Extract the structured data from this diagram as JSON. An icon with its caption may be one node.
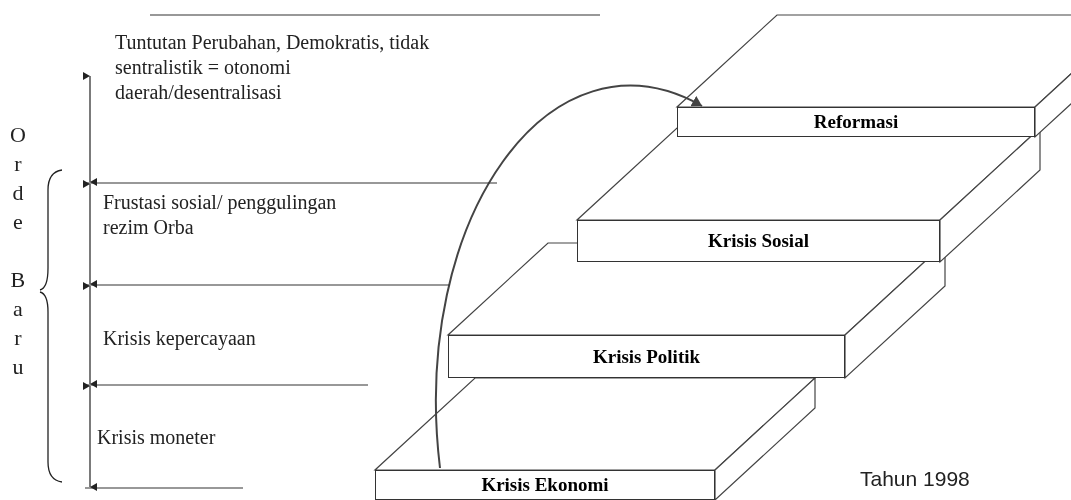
{
  "diagram": {
    "nodes": [
      {
        "text": [
          "Krisis Ekonomi"
        ]
      },
      {
        "text": [
          "Krisis Politik"
        ]
      },
      {
        "text": [
          "Krisis Sosial"
        ]
      },
      {
        "text": [
          "Reformasi"
        ]
      }
    ],
    "edges": [
      {
        "from": 0,
        "to": 3,
        "arrow": "to"
      }
    ],
    "labels": [
      "Tuntutan Perubahan, Demokratis, tidak sentralistik = otonomi daerah/desentralisasi",
      "Frustasi sosial/ penggulingan rezim Orba",
      "Krisis kepercayaan",
      "Krisis moneter",
      "Orde Baru",
      "Tahun 1998"
    ]
  }
}
